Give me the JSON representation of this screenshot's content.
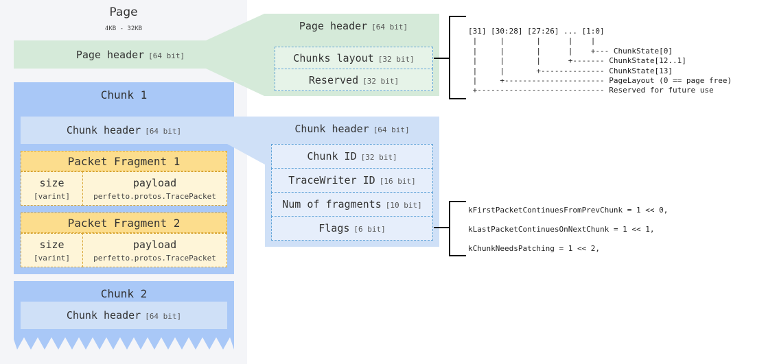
{
  "page": {
    "title": "Page",
    "size_range": "4KB - 32KB"
  },
  "page_header": {
    "label": "Page header",
    "bits": "[64 bit]"
  },
  "page_header_detail": {
    "title": "Page header",
    "bits": "[64 bit]",
    "fields": [
      {
        "label": "Chunks layout",
        "bits": "[32 bit]"
      },
      {
        "label": "Reserved",
        "bits": "[32 bit]"
      }
    ]
  },
  "layout_bits_text": "[31] [30:28] [27:26] ... [1:0]\n |     |       |      |    |\n |     |       |      |    +--- ChunkState[0]\n |     |       |      +------- ChunkState[12..1]\n |     |       +-------------- ChunkState[13]\n |     +---------------------- PageLayout (0 == page free)\n +---------------------------- Reserved for future use",
  "chunk1": {
    "title": "Chunk 1",
    "header": {
      "label": "Chunk header",
      "bits": "[64 bit]"
    },
    "fragments": [
      {
        "title": "Packet Fragment 1",
        "size_label": "size",
        "size_type": "[varint]",
        "payload_label": "payload",
        "payload_type": "perfetto.protos.TracePacket"
      },
      {
        "title": "Packet Fragment 2",
        "size_label": "size",
        "size_type": "[varint]",
        "payload_label": "payload",
        "payload_type": "perfetto.protos.TracePacket"
      }
    ]
  },
  "chunk2": {
    "title": "Chunk 2",
    "header": {
      "label": "Chunk header",
      "bits": "[64 bit]"
    }
  },
  "chunk_header_detail": {
    "title": "Chunk header",
    "bits": "[64 bit]",
    "fields": [
      {
        "label": "Chunk ID",
        "bits": "[32 bit]"
      },
      {
        "label": "TraceWriter ID",
        "bits": "[16 bit]"
      },
      {
        "label": "Num of fragments",
        "bits": "[10 bit]"
      },
      {
        "label": "Flags",
        "bits": "[6 bit]"
      }
    ]
  },
  "flags": [
    "kFirstPacketContinuesFromPrevChunk = 1 << 0,",
    "kLastPacketContinuesOnNextChunk = 1 << 1,",
    "kChunkNeedsPatching = 1 << 2,"
  ],
  "colors": {
    "page_bg": "#f4f5f8",
    "green": "#d5ead9",
    "blue_light": "#cfe0f7",
    "chunk_blue": "#a9c8f7",
    "fragment_yellow": "#fcdd8d"
  }
}
